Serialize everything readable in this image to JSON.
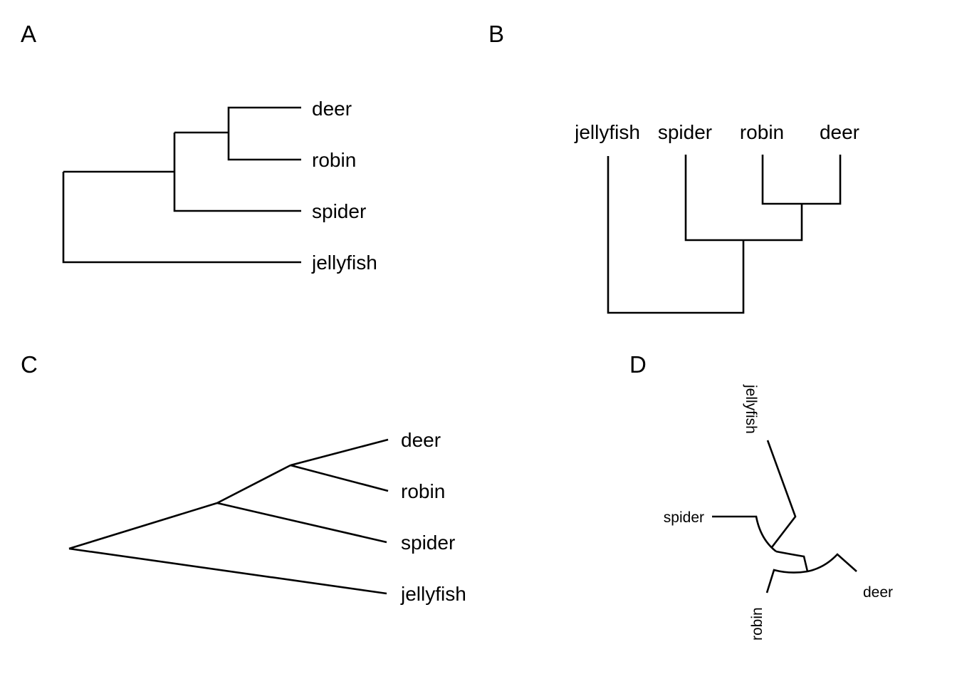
{
  "panels": {
    "A": {
      "label": "A",
      "style": "rectangular-horizontal"
    },
    "B": {
      "label": "B",
      "style": "rectangular-vertical"
    },
    "C": {
      "label": "C",
      "style": "slanted"
    },
    "D": {
      "label": "D",
      "style": "unrooted-radial"
    }
  },
  "tree": {
    "leaves": [
      "deer",
      "robin",
      "spider",
      "jellyfish"
    ],
    "topology": "((((deer,robin),spider),jellyfish))"
  },
  "colors": {
    "line": "#000000",
    "text": "#000000",
    "background": "#ffffff"
  }
}
